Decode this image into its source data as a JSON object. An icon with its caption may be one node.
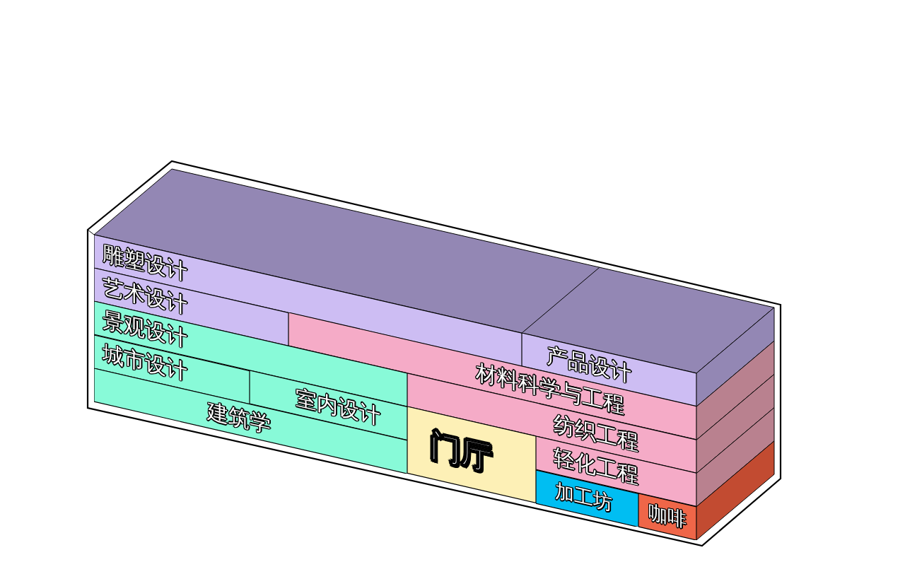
{
  "diagram": {
    "nodes": [
      {
        "text": [
          "雕塑设计"
        ]
      },
      {
        "text": [
          "产品设计"
        ]
      },
      {
        "text": [
          "艺术设计"
        ]
      },
      {
        "text": [
          "材料科学与工程"
        ]
      },
      {
        "text": [
          "景观设计"
        ]
      },
      {
        "text": [
          "纺织工程"
        ]
      },
      {
        "text": [
          "城市设计"
        ]
      },
      {
        "text": [
          "室内设计"
        ]
      },
      {
        "text": [
          "门厅"
        ]
      },
      {
        "text": [
          "轻化工程"
        ]
      },
      {
        "text": [
          "建筑学"
        ]
      },
      {
        "text": [
          "加工坊"
        ]
      },
      {
        "text": [
          "咖啡"
        ]
      }
    ]
  }
}
